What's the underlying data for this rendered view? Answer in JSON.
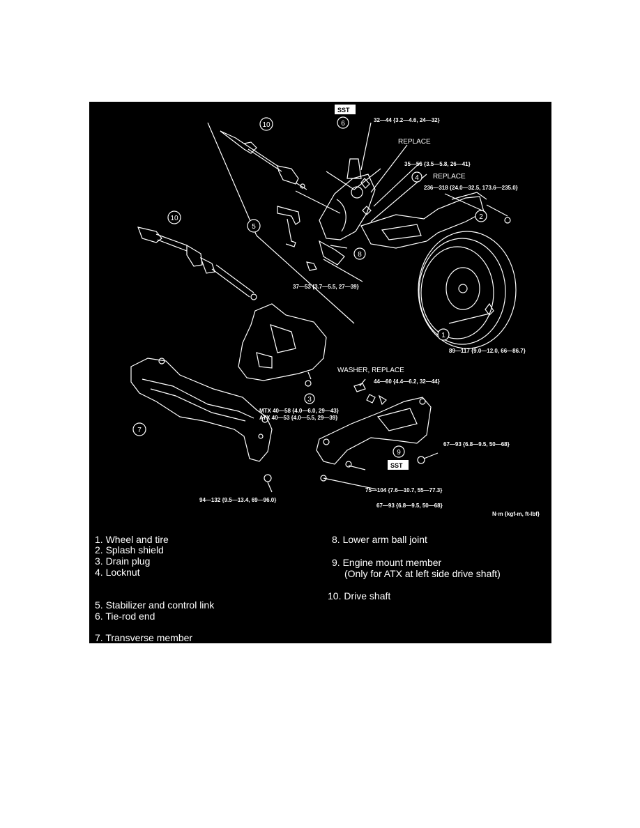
{
  "labels": {
    "sst_top": "SST",
    "sst_bottom": "SST",
    "torque_tie_rod": "32—44 {3.2—4.6, 24—32}",
    "replace_1": "REPLACE",
    "torque_balljoint": "35—56 {3.5—5.8, 26—41}",
    "replace_locknut": "REPLACE",
    "torque_locknut": "236—318 {24.0—32.5, 173.6—235.0}",
    "torque_lower_arm": "37—53 {3.7—5.5, 27—39}",
    "torque_wheel": "89—117 {9.0—12.0, 66—86.7}",
    "washer_replace": "WASHER, REPLACE",
    "torque_engine_mount_top": "44—60 {4.4—6.2, 32—44}",
    "torque_mtx": "MTX 40—58 {4.0—6.0, 29—43}",
    "torque_atx": "ATX 40—53 {4.0—5.5, 29—39}",
    "torque_right_bolt": "67—93 {6.8—9.5, 50—68}",
    "torque_center": "75—104 {7.6—10.7, 55—77.3}",
    "torque_bottom": "67—93 {6.8—9.5, 50—68}",
    "torque_transverse": "94—132 {9.5—13.4, 69—96.0}",
    "units": "N·m {kgf-m, ft-lbf}"
  },
  "callouts": [
    "1",
    "2",
    "3",
    "4",
    "5",
    "6",
    "7",
    "8",
    "9",
    "10",
    "10"
  ],
  "legend": {
    "item1": "1.  Wheel and tire",
    "item2": "2.  Splash shield",
    "item3": "3.  Drain plug",
    "item4": "4.  Locknut",
    "item5": "5.  Stabilizer and control link",
    "item6": "6.  Tie-rod end",
    "item7": "7.  Transverse member",
    "item8": "8.  Lower arm ball joint",
    "item9": "9.  Engine mount member",
    "item9b": "(Only for ATX at left side drive shaft)",
    "item10": "10.  Drive shaft"
  },
  "colors": {
    "background": "#000000",
    "ink": "#ffffff"
  }
}
